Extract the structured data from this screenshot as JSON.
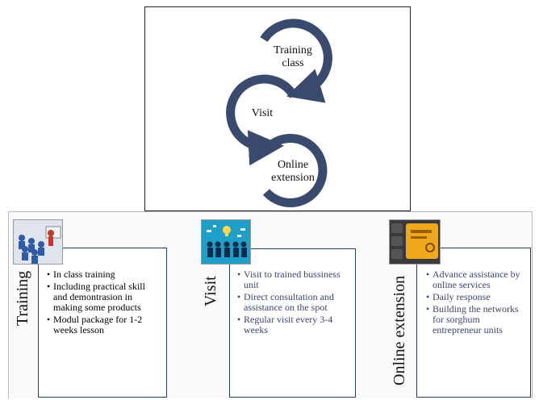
{
  "cycle": {
    "steps": [
      {
        "line1": "Training",
        "line2": "class"
      },
      {
        "line1": "Visit",
        "line2": ""
      },
      {
        "line1": "Online",
        "line2": "extension"
      }
    ]
  },
  "columns": [
    {
      "title": "Training",
      "icon": "classroom-icon",
      "items": [
        "In class training",
        "Including practical skill and demontrasion in making some products",
        "Modul package for 1-2 weeks lesson"
      ]
    },
    {
      "title": "Visit",
      "icon": "team-idea-icon",
      "items": [
        "Visit to trained bussiness unit",
        "Direct consultation and assistance on the spot",
        "Regular visit every 3-4 weeks"
      ]
    },
    {
      "title": "Online extension",
      "icon": "keyboard-key-icon",
      "items": [
        "Advance assistance by online services",
        "Daily response",
        "Building the networks for sorghum entrepreneur units"
      ]
    }
  ],
  "colors": {
    "arc": "#3a4a6e",
    "box_border": "#2a3966",
    "blue_text": "#3a4470"
  }
}
